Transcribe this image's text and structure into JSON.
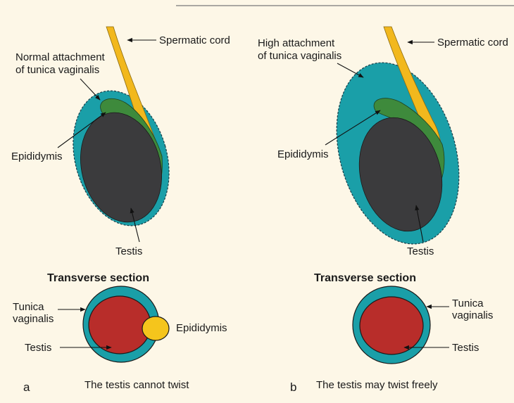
{
  "colors": {
    "background": "#fdf7e7",
    "tunica": "#1a9fa8",
    "epididymis": "#3e8a3c",
    "testis_long": "#3b3b3d",
    "cord": "#f2b81d",
    "testis_cross": "#b82d2a",
    "epididymis_cross": "#f5c51c"
  },
  "panel_a": {
    "letter": "a",
    "spermatic_cord": "Spermatic cord",
    "attachment_line1": "Normal attachment",
    "attachment_line2": "of tunica vaginalis",
    "epididymis": "Epididymis",
    "testis": "Testis",
    "section_title": "Transverse section",
    "tunica_line1": "Tunica",
    "tunica_line2": "vaginalis",
    "testis_cross": "Testis",
    "epididymis_cross": "Epididymis",
    "caption": "The testis cannot twist"
  },
  "panel_b": {
    "letter": "b",
    "spermatic_cord": "Spermatic cord",
    "attachment_line1": "High attachment",
    "attachment_line2": "of tunica vaginalis",
    "epididymis": "Epididymis",
    "testis": "Testis",
    "section_title": "Transverse section",
    "tunica_line1": "Tunica",
    "tunica_line2": "vaginalis",
    "testis_cross": "Testis",
    "caption": "The testis may twist freely"
  }
}
